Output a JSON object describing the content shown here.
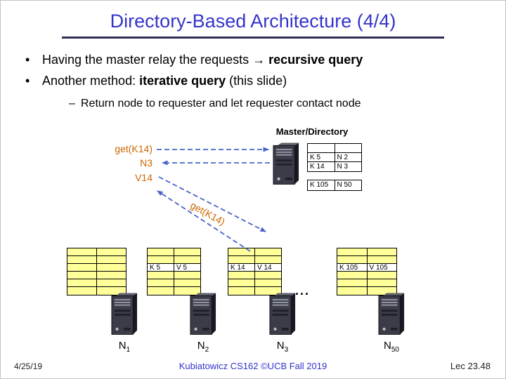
{
  "slide": {
    "title": "Directory-Based Architecture (4/4)"
  },
  "bullets": {
    "b1": {
      "marker": "•",
      "normal": "Having the master relay the requests ",
      "bold": "→ recursive query"
    },
    "b2": {
      "marker": "•",
      "normal_pre": "Another method: ",
      "bold": "iterative query",
      "normal_post": " (this slide)"
    },
    "b3": {
      "marker": "–",
      "text": "Return node to requester and let requester contact node"
    }
  },
  "diagram": {
    "master_label": "Master/Directory",
    "request_labels": {
      "line1": "get(K14)",
      "line2": "N3",
      "line3": "V14"
    },
    "diagonal_label": "get(K14)",
    "master_table_top": {
      "filled_row": null,
      "rows": [
        [
          "",
          ""
        ],
        [
          "K 5",
          "N 2"
        ],
        [
          "K 14",
          "N 3"
        ]
      ]
    },
    "master_table_bottom": {
      "filled_row": null,
      "rows": [
        [
          "K 105",
          "N 50"
        ]
      ]
    },
    "ellipsis": "...",
    "nodes": [
      {
        "name": "N",
        "sub": "1",
        "table": {
          "filled_row": null,
          "rows": [
            [
              "",
              ""
            ],
            [
              "",
              ""
            ],
            [
              "",
              ""
            ],
            [
              "",
              ""
            ],
            [
              "",
              ""
            ],
            [
              "",
              ""
            ]
          ]
        }
      },
      {
        "name": "N",
        "sub": "2",
        "table": {
          "filled_row": 2,
          "rows": [
            [
              "",
              ""
            ],
            [
              "",
              ""
            ],
            [
              "K 5",
              "V 5"
            ],
            [
              "",
              ""
            ],
            [
              "",
              ""
            ],
            [
              "",
              ""
            ]
          ]
        }
      },
      {
        "name": "N",
        "sub": "3",
        "table": {
          "filled_row": 2,
          "rows": [
            [
              "",
              ""
            ],
            [
              "",
              ""
            ],
            [
              "K 14",
              "V 14"
            ],
            [
              "",
              ""
            ],
            [
              "",
              ""
            ],
            [
              "",
              ""
            ]
          ]
        }
      },
      {
        "name": "N",
        "sub": "50",
        "table": {
          "filled_row": 2,
          "rows": [
            [
              "",
              ""
            ],
            [
              "",
              ""
            ],
            [
              "K 105",
              "V 105"
            ],
            [
              "",
              ""
            ],
            [
              "",
              ""
            ],
            [
              "",
              ""
            ]
          ]
        }
      }
    ]
  },
  "icons": {
    "server_icon": "tower-server"
  },
  "colors": {
    "title_blue": "#3535c8",
    "underline_navy": "#2e2e54",
    "arrow_blue": "#4a64c8",
    "label_orange": "#cc6600",
    "table_yellow": "#ffff99",
    "footer_blue": "#3333cc"
  },
  "footer": {
    "date": "4/25/19",
    "center": "Kubiatowicz CS162 ©UCB Fall 2019",
    "right": "Lec 23.48"
  }
}
